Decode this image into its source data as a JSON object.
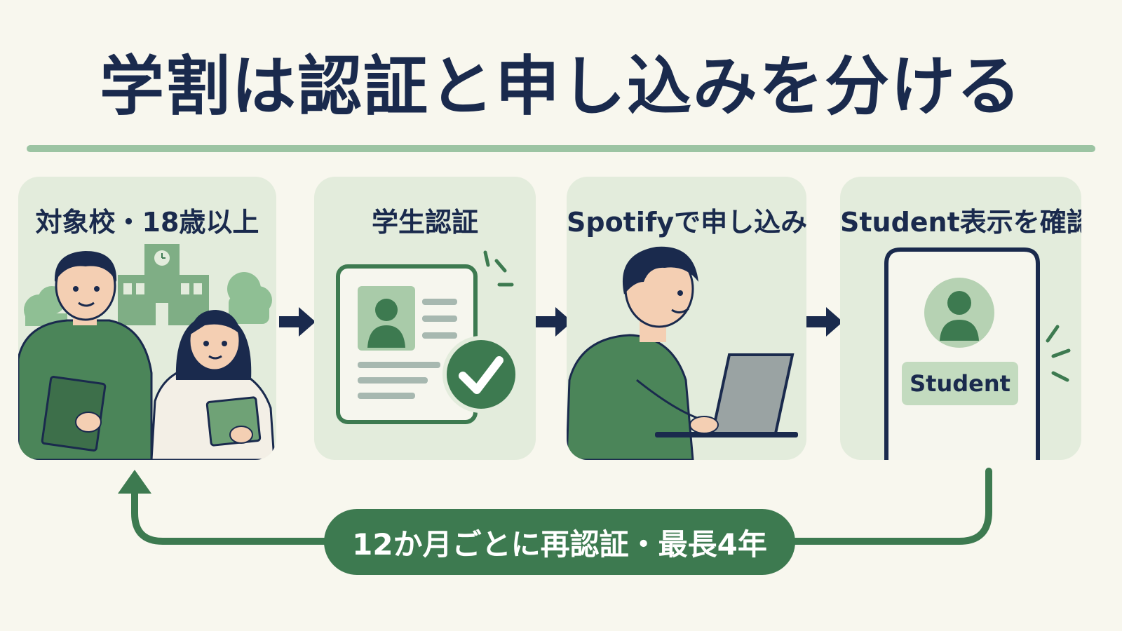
{
  "title": "学割は認証と申し込みを分ける",
  "steps": [
    {
      "label": "対象校・18歳以上"
    },
    {
      "label": "学生認証"
    },
    {
      "label": "Spotifyで申し込み"
    },
    {
      "label": "Student表示を確認",
      "badge": "Student"
    }
  ],
  "loop": {
    "label": "12か月ごとに再認証・最長4年"
  },
  "colors": {
    "background": "#f8f7ee",
    "title": "#1a2a4d",
    "card": "#e3ecdc",
    "accent_green": "#3d7a50",
    "light_green": "#9cc4a3",
    "arrow": "#1a2a4d"
  },
  "icons": [
    "students-illustration",
    "id-card-icon",
    "check-icon",
    "person-laptop-illustration",
    "phone-icon",
    "avatar-icon"
  ]
}
